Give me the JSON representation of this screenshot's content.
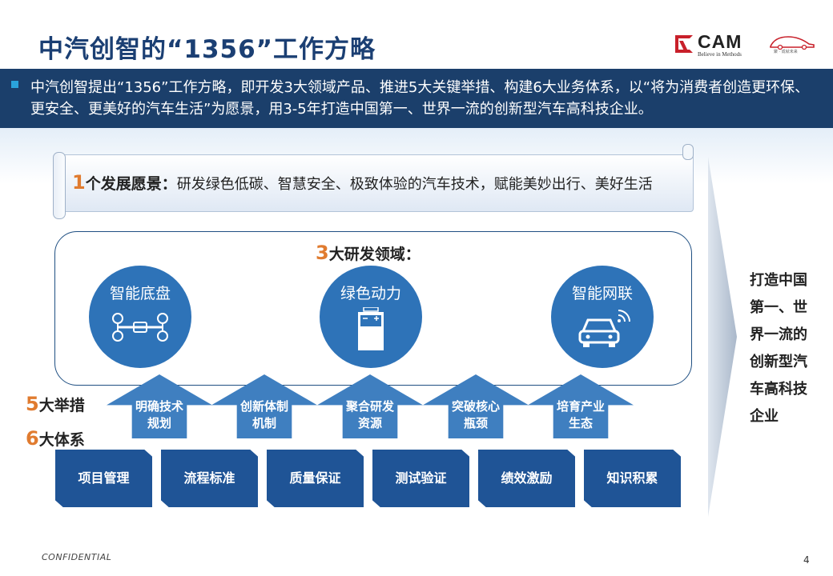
{
  "header": {
    "title": "中汽创智的“1356”工作方略",
    "logo_text": "CAM",
    "logo_tagline": "Believe in Methods",
    "partner_logo_tagline": "聚 · 成就未来"
  },
  "banner": {
    "text": "中汽创智提出“1356”工作方略，即开发3大领域产品、推进5大关键举措、构建6大业务体系，以“将为消费者创造更环保、更安全、更美好的汽车生活”为愿景，用3-5年打造中国第一、世界一流的创新型汽车高科技企业。"
  },
  "vision": {
    "number": "1",
    "label": "个发展愿景：",
    "text": "研发绿色低碳、智慧安全、极致体验的汽车技术，赋能美妙出行、美好生活"
  },
  "research": {
    "number": "3",
    "label": "大研发领域：",
    "areas": [
      {
        "name": "智能底盘",
        "icon": "chassis-icon"
      },
      {
        "name": "绿色动力",
        "icon": "battery-icon"
      },
      {
        "name": "智能网联",
        "icon": "connected-car-icon"
      }
    ]
  },
  "measures": {
    "number": "5",
    "label": "大举措",
    "items": [
      "明确技术规划",
      "创新体制机制",
      "聚合研发资源",
      "突破核心瓶颈",
      "培育产业生态"
    ]
  },
  "systems": {
    "number": "6",
    "label": "大体系",
    "items": [
      "项目管理",
      "流程标准",
      "质量保证",
      "测试验证",
      "绩效激励",
      "知识积累"
    ]
  },
  "goal": {
    "text": "打造中国第一、世界一流的创新型汽车高科技企业"
  },
  "footer": {
    "confidential": "CONFIDENTIAL",
    "page_number": "4"
  },
  "colors": {
    "title": "#1b3f73",
    "banner": "#1b3f6b",
    "accent_orange": "#e07b2f",
    "circle_blue": "#2e73b8",
    "arrow_blue": "#3f7fc0",
    "box_blue": "#1f5496",
    "logo_red": "#c8202a"
  }
}
